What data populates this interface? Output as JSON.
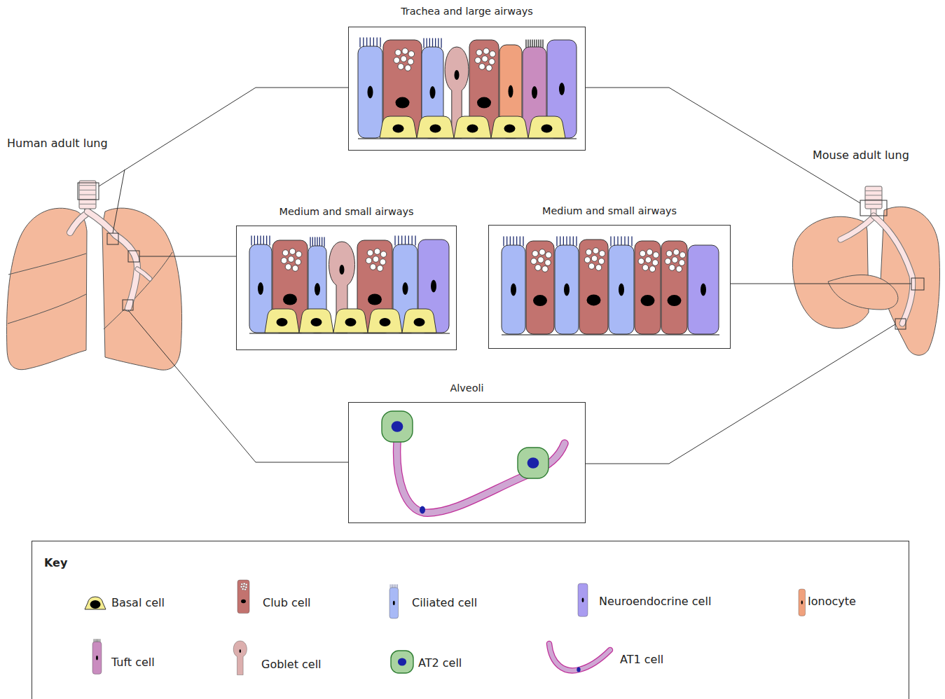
{
  "diagram": {
    "nodes": [
      {
        "text": [
          "Trachea and large airways"
        ]
      },
      {
        "text": [
          "Human adult lung"
        ]
      },
      {
        "text": [
          "Mouse adult lung"
        ]
      },
      {
        "text": [
          "Medium and small airways"
        ]
      },
      {
        "text": [
          "Medium and small airways"
        ]
      },
      {
        "text": [
          "Alveoli"
        ]
      }
    ],
    "edges": [
      {
        "from": 1,
        "to": 0,
        "arrow": "none"
      },
      {
        "from": 1,
        "to": 3,
        "arrow": "none"
      },
      {
        "from": 1,
        "to": 5,
        "arrow": "none"
      },
      {
        "from": 2,
        "to": 0,
        "arrow": "none"
      },
      {
        "from": 2,
        "to": 4,
        "arrow": "none"
      },
      {
        "from": 2,
        "to": 5,
        "arrow": "none"
      }
    ],
    "labels": [
      "Key"
    ],
    "legend": [
      {
        "text": "Basal cell"
      },
      {
        "text": "Club cell"
      },
      {
        "text": "Ciliated cell"
      },
      {
        "text": "Neuroendocrine cell"
      },
      {
        "text": "Ionocyte"
      },
      {
        "text": "Tuft cell"
      },
      {
        "text": "Goblet cell"
      },
      {
        "text": "AT2 cell"
      },
      {
        "text": "AT1 cell"
      }
    ]
  }
}
